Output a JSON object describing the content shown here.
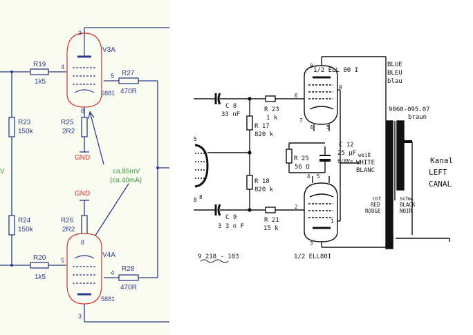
{
  "left_schematic": {
    "tube_top": {
      "name": "V3A",
      "type": "5881",
      "pin_grid": "4",
      "pin_plate": "5",
      "pin_cathode": "8",
      "pin_top": "3"
    },
    "tube_bottom": {
      "name": "V4A",
      "type": "5881",
      "pin_grid": "5",
      "pin_plate": "4",
      "pin_cathode": "8",
      "pin_bottom": "3"
    },
    "r19": {
      "name": "R19",
      "value": "1k5"
    },
    "r27": {
      "name": "R27",
      "value": "470R"
    },
    "r23": {
      "name": "R23",
      "value": "150k"
    },
    "r25": {
      "name": "R25",
      "value": "2R2"
    },
    "r24": {
      "name": "R24",
      "value": "150k"
    },
    "r26": {
      "name": "R26",
      "value": "2R2"
    },
    "r20": {
      "name": "R20",
      "value": "1k5"
    },
    "r28": {
      "name": "R28",
      "value": "470R"
    },
    "gnd_top": "GND",
    "gnd_bottom": "GND",
    "note_line1": "ca.85mV",
    "note_line2": "(ca.40mA)",
    "edge_label": "V"
  },
  "right_schematic": {
    "tube_top": {
      "label": "1/2 ELL 80 I",
      "pin_top": "8",
      "pin_left": "6",
      "pin_right": "9",
      "pin_heater_a": "7",
      "pin_heater_b": "4",
      "pin_heater_c": "5"
    },
    "tube_bottom": {
      "label": "1/2 ELL80I",
      "pin_top_a": "4",
      "pin_top_b": "5",
      "pin_left": "2",
      "pin_right": "1",
      "pin_bottom": "3"
    },
    "c8": {
      "name": "C 8",
      "value": "33 nF"
    },
    "c9": {
      "name": "C 9",
      "value": "3 3 n F"
    },
    "r23": {
      "name": "R 23",
      "value": "1 k"
    },
    "r17": {
      "name": "R 17",
      "value": "820 k"
    },
    "r18": {
      "name": "R 18",
      "value": "820 k"
    },
    "r21": {
      "name": "R 21",
      "value": "15 k"
    },
    "r25": {
      "name": "R 25",
      "value": "56 Ω"
    },
    "c12": {
      "name": "C 12",
      "value": "25 μF",
      "voltage": "6/8V="
    },
    "transformer": "9060-095.07",
    "wire_blue": [
      "BLUE",
      "BLEU",
      "blau"
    ],
    "wire_braun": "braun",
    "wire_white": [
      "weiß",
      "WHITE",
      "BLANC"
    ],
    "wire_red": [
      "rot",
      "RED",
      "ROUGE"
    ],
    "wire_black": [
      "schw.",
      "BLACK",
      "NOIR"
    ],
    "channel": [
      "Kanal",
      "LEFT",
      "CANAL"
    ],
    "small_tube_pins": [
      "5",
      "8"
    ],
    "part_number": "9 218 - 103",
    "cut_letter": "8"
  }
}
